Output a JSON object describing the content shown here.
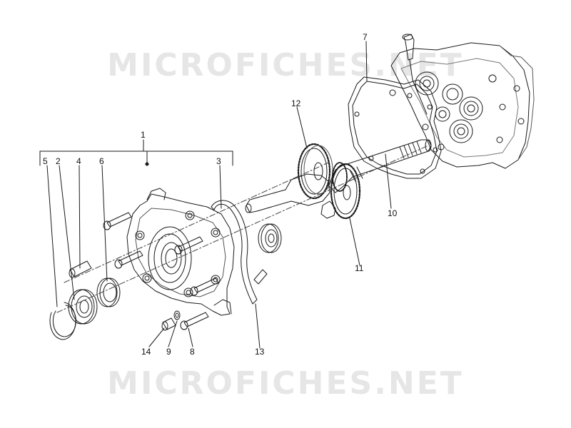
{
  "watermarks": {
    "top": "MICROFICHES.NET",
    "bottom": "MICROFICHES.NET"
  },
  "callouts": [
    "1",
    "2",
    "3",
    "4",
    "5",
    "6",
    "7",
    "8",
    "9",
    "10",
    "11",
    "12",
    "13",
    "14"
  ],
  "colors": {
    "line": "#1a1a1a",
    "watermark": "#e6e6e6",
    "background": "#ffffff"
  }
}
